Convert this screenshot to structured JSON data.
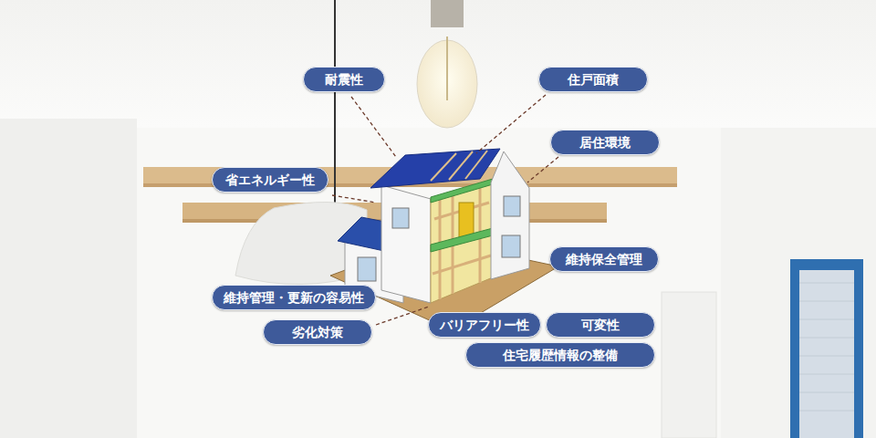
{
  "diagram": {
    "nodes": [
      {
        "text": [
          "耐震性"
        ]
      },
      {
        "text": [
          "住戸面積"
        ]
      },
      {
        "text": [
          "居住環境"
        ]
      },
      {
        "text": [
          "省エネルギー性"
        ]
      },
      {
        "text": [
          "維持保全管理"
        ]
      },
      {
        "text": [
          "維持管理・更新の容易性"
        ]
      },
      {
        "text": [
          "劣化対策"
        ]
      },
      {
        "text": [
          "バリアフリー性"
        ]
      },
      {
        "text": [
          "可変性"
        ]
      },
      {
        "text": [
          "住宅履歴情報の整備"
        ]
      }
    ]
  }
}
